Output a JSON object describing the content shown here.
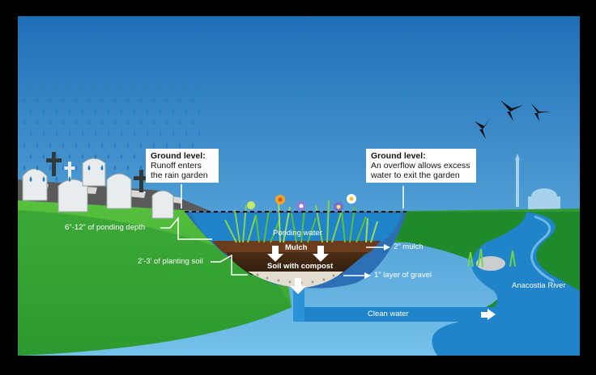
{
  "callouts": {
    "left": {
      "title": "Ground level:",
      "lines": [
        "Runoff enters",
        "the rain garden"
      ]
    },
    "right": {
      "title": "Ground level:",
      "lines": [
        "An overflow allows excess",
        "water to exit the garden"
      ]
    }
  },
  "labels": {
    "ponding_depth": "6\"-12\" of ponding depth",
    "ponding_water": "Ponding water",
    "mulch": "Mulch",
    "mulch_depth": "2\" mulch",
    "planting_soil": "2'-3' of planting soil",
    "soil_compost": "Soil with compost",
    "gravel_layer": "1\" layer of gravel",
    "clean_water": "Clean water",
    "river": "Anacostia River"
  },
  "colors": {
    "sky_top": "#1f6fb8",
    "sky_bottom": "#66b9e6",
    "grass_light": "#4fbd3b",
    "grass_dark": "#1f8a2c",
    "mulch": "#5a3418",
    "soil": "#3d2614",
    "water": "#1f84c9",
    "rain": "#2c7dc4"
  },
  "icons": [
    "raindrop-icon",
    "tombstone-icon",
    "cross-icon",
    "bird-icon",
    "monument-icon",
    "plant-icon",
    "arrow-down-icon",
    "arrow-right-icon"
  ]
}
